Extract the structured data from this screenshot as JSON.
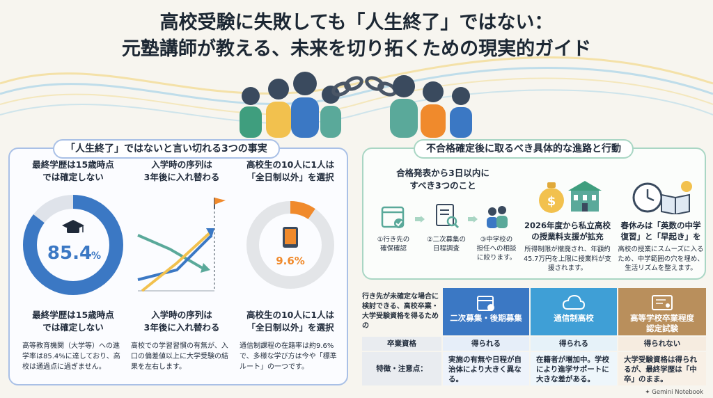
{
  "title": {
    "line1": "高校受験に失敗しても「人生終了」ではない：",
    "line2": "元塾講師が教える、未来を切り拓くための現実的ガイド"
  },
  "left_panel": {
    "heading": "「人生終了」ではないと言い切れる3つの事実",
    "facts": [
      {
        "top_heading": "最終学歴は15歳時点\nでは確定しない",
        "value_text": "85.4",
        "value_unit": "%",
        "value": 85.4,
        "bottom_heading": "最終学歴は15歳時点\nでは確定しない",
        "body": "高等教育機関（大学等）への進学率は85.4%に達しており、高校は通過点に過ぎません。"
      },
      {
        "top_heading": "入学時の序列は\n3年後に入れ替わる",
        "bottom_heading": "入学時の序列は\n3年後に入れ替わる",
        "body": "高校での学習習慣の有無が、入口の偏差値以上に大学受験の結果を左右します。"
      },
      {
        "top_heading": "高校生の10人に1人は\n「全日制以外」を選択",
        "value_text": "9.6%",
        "value": 9.6,
        "bottom_heading": "高校生の10人に1人は\n「全日制以外」を選択",
        "body": "通信制課程の在籍率は約9.6%で、多様な学び方は今や「標準ルート」の一つです。"
      }
    ]
  },
  "right_panel": {
    "heading": "不合格確定後に取るべき具体的な進路と行動",
    "three_days_heading": "合格発表から3日以内に\nすべき3つのこと",
    "steps": [
      "①行き先の\n確保確認",
      "②二次募集の\n日程調査",
      "③中学校の\n担任への相談\nに絞ります。"
    ],
    "support": {
      "heading": "2026年度から私立高校\nの授業料支援が拡充",
      "body": "所得制限が撤廃され、年額約45.7万円を上限に授業料が支援されます。"
    },
    "spring": {
      "heading": "春休みは「英数の中学\n復習」と「早起き」を",
      "body": "高校の授業にスムーズに入るため、中学範囲の穴を埋め、生活リズムを整えます。"
    }
  },
  "table": {
    "note": "行き先が未確定な場合に検討できる、高校卒業・大学受験資格を得るための",
    "columns": [
      {
        "label": "二次募集・後期募集",
        "color": "#3b78c4"
      },
      {
        "label": "通信制高校",
        "color": "#3f9fd6"
      },
      {
        "label": "高等学校卒業程度\n認定試験",
        "color": "#b98f5c"
      }
    ],
    "rows": [
      {
        "header": "卒業資格",
        "cells": [
          "得られる",
          "得られる",
          "得られない"
        ]
      },
      {
        "header": "特徴・注意点：",
        "cells": [
          "実施の有無や日程が自治体により大きく異なる。",
          "在籍者が増加中。学校により進学サポートに大きな差がある。",
          "大学受験資格は得られるが、最終学歴は「中卒」のまま。"
        ]
      }
    ]
  },
  "footer": "Gemini Notebook",
  "colors": {
    "blue": "#3b78c4",
    "orange": "#f08a2c",
    "teal": "#5aa99a",
    "yellow": "#f2c14e"
  }
}
